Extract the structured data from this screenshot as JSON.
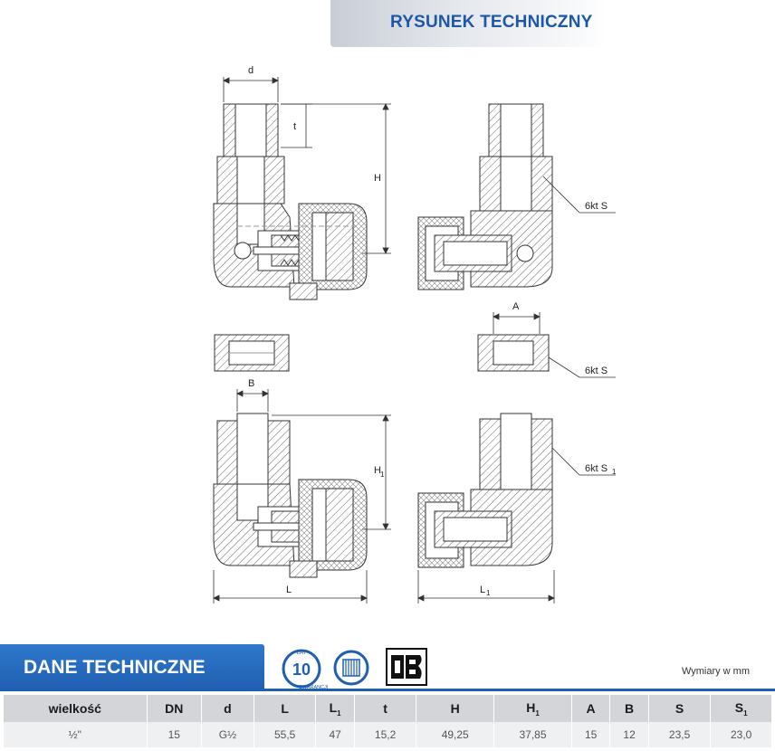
{
  "header": {
    "title": "RYSUNEK TECHNICZNY"
  },
  "drawing": {
    "labels": {
      "d": "d",
      "t": "t",
      "H": "H",
      "H1": "H",
      "H1_sub": "1",
      "A": "A",
      "B": "B",
      "L": "L",
      "L1": "L",
      "L1_sub": "1",
      "hex_s_top": "6kt S",
      "hex_s_mid": "6kt S",
      "hex_s1": "6kt S",
      "hex_s1_sub": "1"
    }
  },
  "section": {
    "title": "DANE TECHNICZNE",
    "warranty_number": "10",
    "warranty_top": "LAT",
    "warranty_bottom": "GWARANCJI",
    "note": "Wymiary w mm"
  },
  "table": {
    "headers": [
      {
        "main": "wielkość",
        "sub": ""
      },
      {
        "main": "DN",
        "sub": ""
      },
      {
        "main": "d",
        "sub": ""
      },
      {
        "main": "L",
        "sub": ""
      },
      {
        "main": "L",
        "sub": "1"
      },
      {
        "main": "t",
        "sub": ""
      },
      {
        "main": "H",
        "sub": ""
      },
      {
        "main": "H",
        "sub": "1"
      },
      {
        "main": "A",
        "sub": ""
      },
      {
        "main": "B",
        "sub": ""
      },
      {
        "main": "S",
        "sub": ""
      },
      {
        "main": "S",
        "sub": "1"
      }
    ],
    "row": [
      "½\"",
      "15",
      "G½",
      "55,5",
      "47",
      "15,2",
      "49,25",
      "37,85",
      "15",
      "12",
      "23,5",
      "23,0"
    ]
  },
  "colors": {
    "brand_blue": "#1f5fb0",
    "title_blue": "#1d58a8",
    "header_gray": "#d3d5d8"
  }
}
